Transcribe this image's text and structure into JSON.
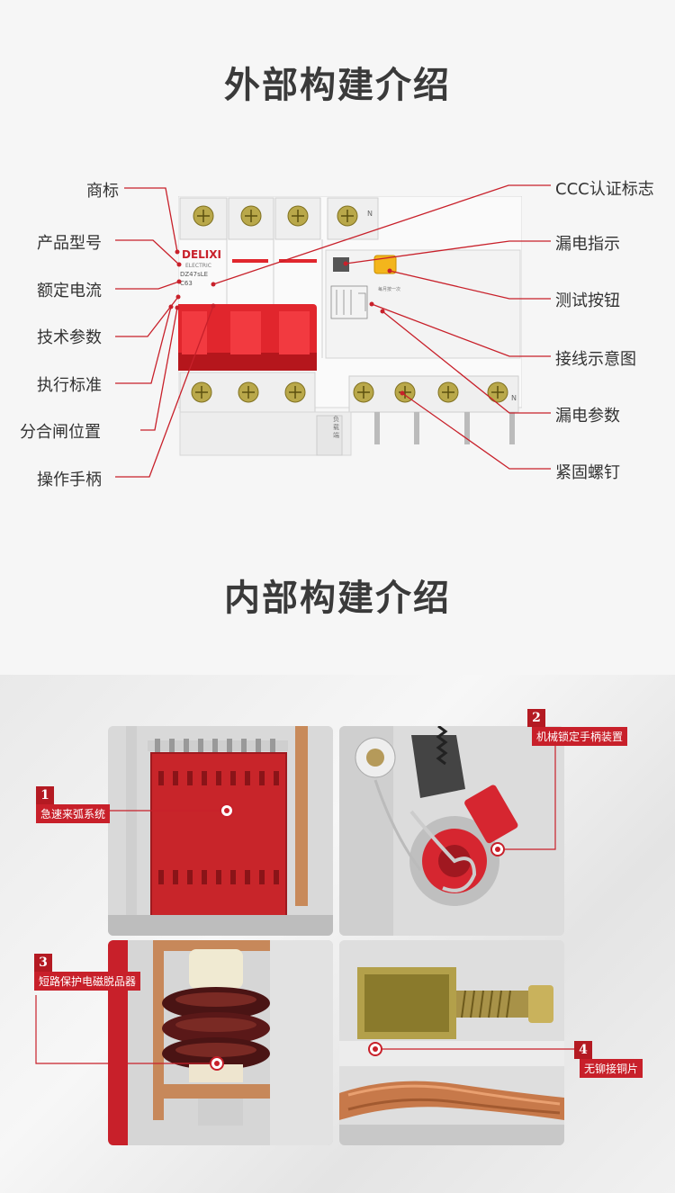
{
  "section_external": {
    "title": "外部构建介绍",
    "left_labels": [
      "商标",
      "产品型号",
      "额定电流",
      "技术参数",
      "执行标准",
      "分合闸位置",
      "操作手柄"
    ],
    "right_labels": [
      "CCC认证标志",
      "漏电指示",
      "测试按钮",
      "接线示意图",
      "漏电参数",
      "紧固螺钉"
    ],
    "device": {
      "brand": "DELIXI",
      "brand_sub": "ELECTRIC",
      "model": "DZ47sLE",
      "rating": "C63",
      "terminal_n": "N",
      "side_label": "负载端",
      "test_note": "每月按一次"
    }
  },
  "section_internal": {
    "title": "内部构建介绍",
    "callouts": [
      {
        "num": "1",
        "label": "急速来弧系统"
      },
      {
        "num": "2",
        "label": "机械锁定手柄装置"
      },
      {
        "num": "3",
        "label": "短路保护电磁脱品器"
      },
      {
        "num": "4",
        "label": "无铆接铜片"
      }
    ]
  },
  "colors": {
    "accent": "#c8202a",
    "handle_red": "#e1262d",
    "bg": "#f6f6f6"
  }
}
